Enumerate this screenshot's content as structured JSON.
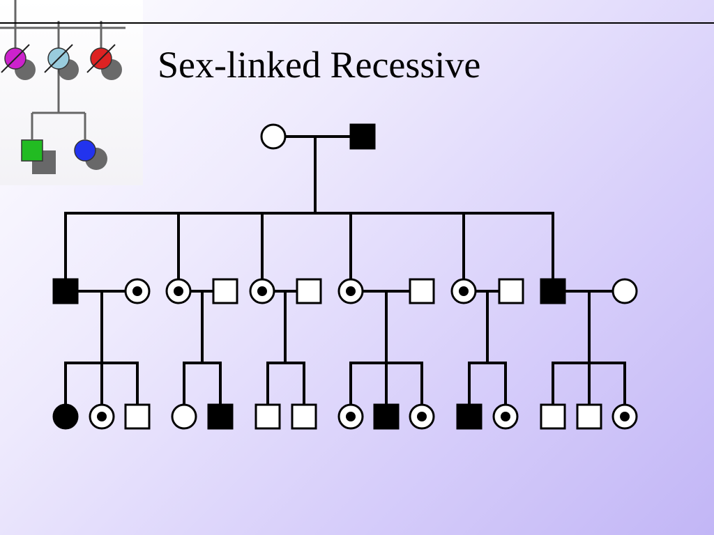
{
  "slide": {
    "title": "Sex-linked Recessive"
  },
  "colors": {
    "line": "#000000",
    "affected": "#000000",
    "unaffected": "#ffffff",
    "logo_magenta": "#cc22cc",
    "logo_lightblue": "#99ccdd",
    "logo_red": "#dd2222",
    "logo_green": "#22bb22",
    "logo_blue": "#2233ee"
  },
  "legend_notes": {
    "filled": "affected",
    "dotted_circle": "carrier female",
    "empty": "unaffected"
  },
  "pedigree": {
    "generation_1": [
      {
        "sex": "female",
        "status": "unaffected"
      },
      {
        "sex": "male",
        "status": "affected"
      }
    ],
    "generation_2": [
      {
        "sex": "male",
        "status": "affected",
        "origin": "child",
        "spouse": {
          "sex": "female",
          "status": "carrier"
        }
      },
      {
        "sex": "female",
        "status": "carrier",
        "origin": "child",
        "spouse": {
          "sex": "male",
          "status": "unaffected"
        }
      },
      {
        "sex": "female",
        "status": "carrier",
        "origin": "child",
        "spouse": {
          "sex": "male",
          "status": "unaffected"
        }
      },
      {
        "sex": "female",
        "status": "carrier",
        "origin": "child",
        "spouse": {
          "sex": "male",
          "status": "unaffected"
        }
      },
      {
        "sex": "female",
        "status": "carrier",
        "origin": "child",
        "spouse": {
          "sex": "male",
          "status": "unaffected"
        }
      },
      {
        "sex": "male",
        "status": "affected",
        "origin": "child",
        "spouse": {
          "sex": "female",
          "status": "unaffected"
        }
      }
    ],
    "generation_3": [
      [
        {
          "sex": "female",
          "status": "affected"
        },
        {
          "sex": "female",
          "status": "carrier"
        },
        {
          "sex": "male",
          "status": "unaffected"
        }
      ],
      [
        {
          "sex": "female",
          "status": "unaffected"
        },
        {
          "sex": "male",
          "status": "affected"
        }
      ],
      [
        {
          "sex": "male",
          "status": "unaffected"
        },
        {
          "sex": "male",
          "status": "unaffected"
        }
      ],
      [
        {
          "sex": "female",
          "status": "carrier"
        },
        {
          "sex": "male",
          "status": "affected"
        },
        {
          "sex": "female",
          "status": "carrier"
        }
      ],
      [
        {
          "sex": "male",
          "status": "affected"
        },
        {
          "sex": "female",
          "status": "carrier"
        }
      ],
      [
        {
          "sex": "male",
          "status": "unaffected"
        },
        {
          "sex": "male",
          "status": "unaffected"
        },
        {
          "sex": "female",
          "status": "carrier"
        }
      ]
    ]
  }
}
